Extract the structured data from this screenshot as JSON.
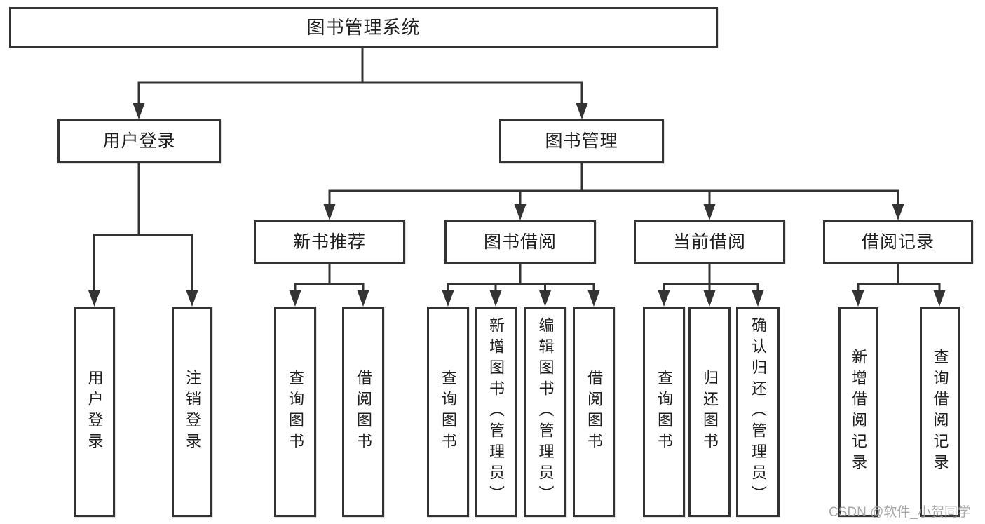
{
  "diagram_title": "图书管理系统",
  "tree": {
    "label": "图书管理系统",
    "children": [
      {
        "label": "用户登录",
        "children": [
          {
            "label": "用户登录"
          },
          {
            "label": "注销登录"
          }
        ]
      },
      {
        "label": "图书管理",
        "children": [
          {
            "label": "新书推荐",
            "children": [
              {
                "label": "查询图书"
              },
              {
                "label": "借阅图书"
              }
            ]
          },
          {
            "label": "图书借阅",
            "children": [
              {
                "label": "查询图书"
              },
              {
                "label": "新增图书（管理员）"
              },
              {
                "label": "编辑图书（管理员）"
              },
              {
                "label": "借阅图书"
              }
            ]
          },
          {
            "label": "当前借阅",
            "children": [
              {
                "label": "查询图书"
              },
              {
                "label": "归还图书"
              },
              {
                "label": "确认归还（管理员）"
              }
            ]
          },
          {
            "label": "借阅记录",
            "children": [
              {
                "label": "新增借阅记录"
              },
              {
                "label": "查询借阅记录"
              }
            ]
          }
        ]
      }
    ]
  },
  "watermark": "CSDN @软件_小贺同学",
  "colors": {
    "line": "#333333",
    "text": "#1e1e1e",
    "background": "#ffffff",
    "watermark": "#a0a0a0"
  }
}
